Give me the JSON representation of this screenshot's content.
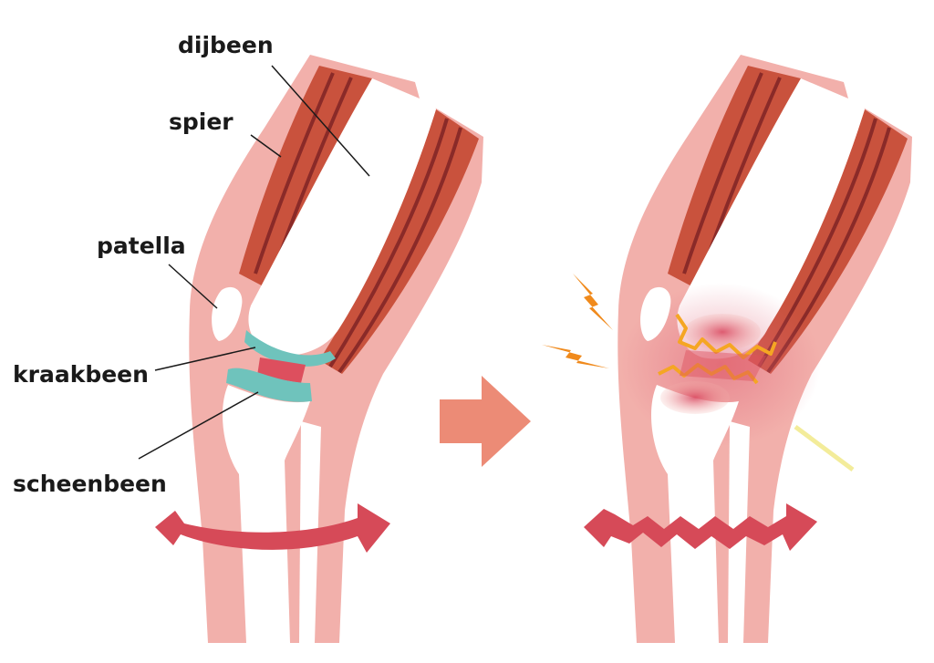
{
  "labels": {
    "femur": "dijbeen",
    "muscle": "spier",
    "patella": "patella",
    "cartilage": "kraakbeen",
    "tibia": "scheenbeen"
  },
  "colors": {
    "skin": "#f2b0ab",
    "muscle": "#c9523d",
    "muscle_stripe": "#8a2a28",
    "bone": "#ffffff",
    "cartilage": "#6fc3bc",
    "joint_gap": "#dd4f5e",
    "rotation_arrow": "#d64a58",
    "transition_arrow": "#ec8b76",
    "crack": "#f5a623",
    "spark": "#f08a1c",
    "inflammation": "#e06a7a"
  },
  "icons": {
    "transition": "arrow-right-icon",
    "rotation": "curved-double-arrow-icon",
    "pain": "lightning-spark-icon"
  }
}
